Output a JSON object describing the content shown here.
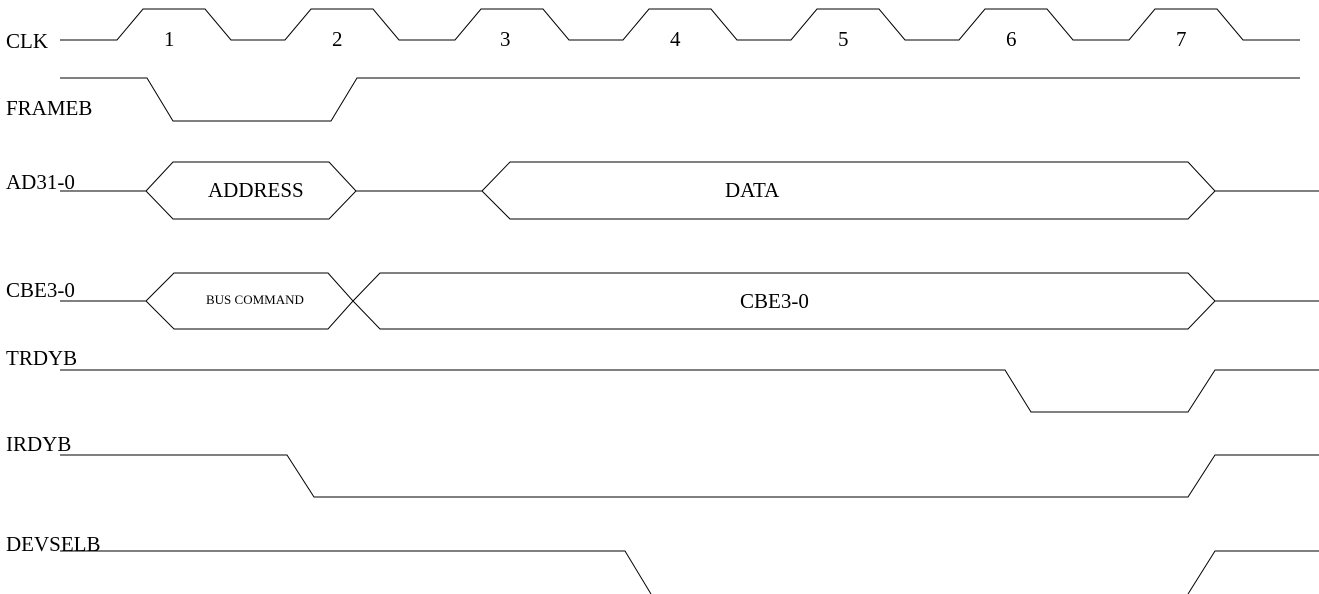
{
  "colors": {
    "line": "#000000",
    "background": "#ffffff"
  },
  "signals": {
    "clk": "CLK",
    "frameb": "FRAMEB",
    "ad": "AD31-0",
    "cbe": "CBE3-0",
    "trdyb": "TRDYB",
    "irdyb": "IRDYB",
    "devselb": "DEVSELB"
  },
  "clock_numbers": [
    "1",
    "2",
    "3",
    "4",
    "5",
    "6",
    "7"
  ],
  "bus_values": {
    "address": "ADDRESS",
    "data": "DATA",
    "bus_command": "BUS COMMAND",
    "cbe_value": "CBE3-0"
  }
}
